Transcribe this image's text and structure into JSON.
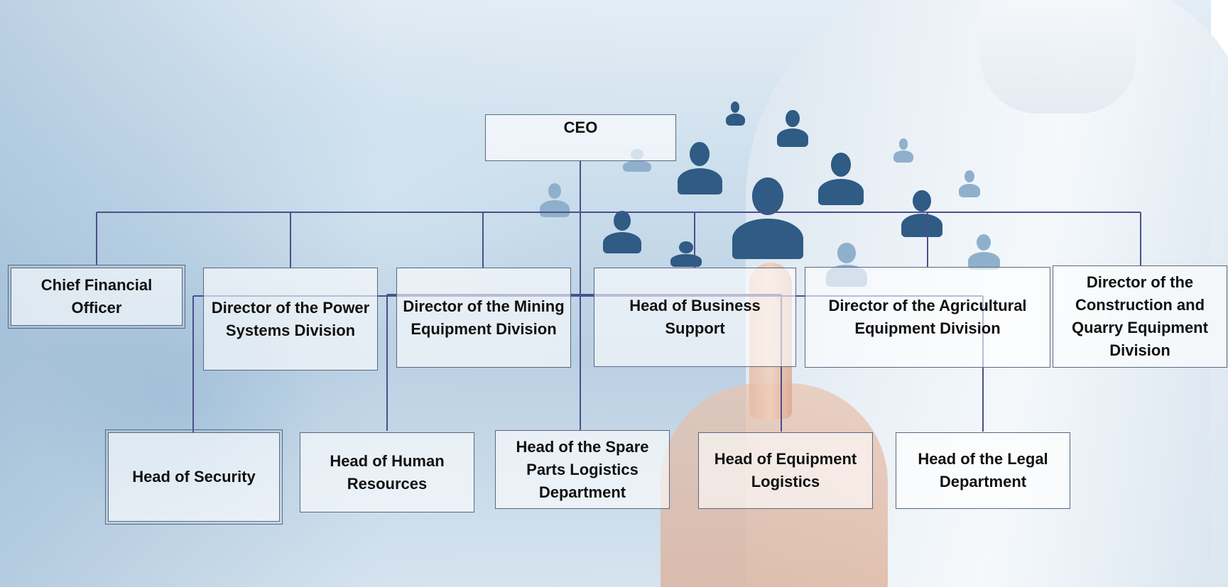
{
  "org_chart": {
    "root": "CEO",
    "directors": [
      "Chief Financial Officer",
      "Director of the Power Systems Division",
      "Director of the Mining Equipment Division",
      "Head of Business Support",
      "Director of the Agricultural Equipment Division",
      "Director of the Construction and Quarry Equipment Division"
    ],
    "heads": [
      "Head of Security",
      "Head of Human Resources",
      "Head of the Spare Parts Logistics Department",
      "Head of Equipment Logistics",
      "Head of the Legal Department"
    ]
  },
  "colors": {
    "connector": "#4b4f8c",
    "box_border": "#5a6880",
    "text": "#111111",
    "icon_blue": "#2f5b84"
  },
  "icons": [
    "person-icon"
  ]
}
